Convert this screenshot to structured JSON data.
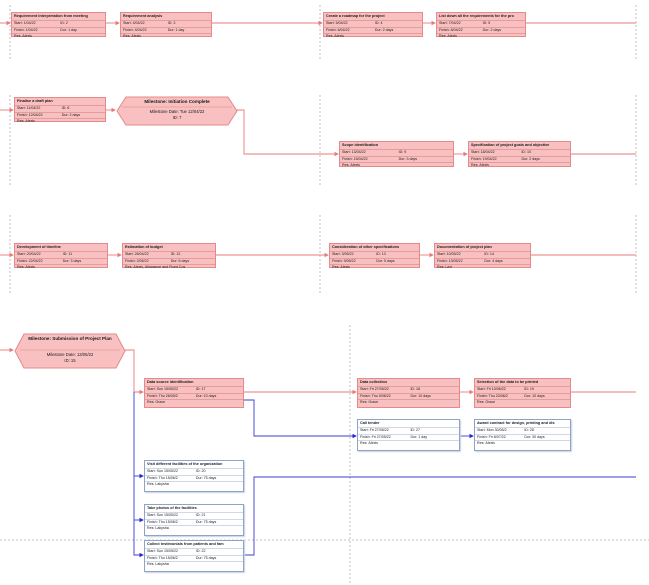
{
  "colors": {
    "critical_fill": "#f8c0c0",
    "critical_border": "#e48a8a",
    "link_red": "#e97a7a",
    "link_blue": "#3b3bd6",
    "normal_border": "#8fa3c8"
  },
  "labels": {
    "start": "Start:",
    "finish": "Finish:",
    "dur": "Dur:",
    "id": "ID:",
    "res": "Res:"
  },
  "tasks": [
    {
      "key": "t1",
      "title": "Requirement interpretation from meeting",
      "start": "1/04/22",
      "finish": "1/04/22",
      "id": "2",
      "dur": "1 day",
      "res": "Alexis"
    },
    {
      "key": "t2",
      "title": "Requirement analysis",
      "start": "4/04/22",
      "finish": "4/04/22",
      "id": "3",
      "dur": "1 day",
      "res": "Alexis"
    },
    {
      "key": "t3",
      "title": "Create a roadmap for the project",
      "start": "5/04/22",
      "finish": "6/04/22",
      "id": "4",
      "dur": "2 days",
      "res": "Alexis"
    },
    {
      "key": "t4",
      "title": "List down all the requirements  for the pro",
      "start": "7/04/22",
      "finish": "8/04/22",
      "id": "5",
      "dur": "2 days",
      "res": "Alexis"
    },
    {
      "key": "t5",
      "title": "Finalise a draft plan",
      "start": "11/04/22",
      "finish": "12/04/22",
      "id": "6",
      "dur": "2 days",
      "res": "Alexis"
    },
    {
      "key": "t6",
      "title": "Scope identification",
      "start": "13/04/22",
      "finish": "15/04/22",
      "id": "9",
      "dur": "3 days",
      "res": "Alexis"
    },
    {
      "key": "t7",
      "title": "Specification of project goals and objective",
      "start": "18/04/22",
      "finish": "19/04/22",
      "id": "10",
      "dur": "2 days",
      "res": "Alexis"
    },
    {
      "key": "t8",
      "title": "Development of timeline",
      "start": "20/04/22",
      "finish": "22/04/22",
      "id": "11",
      "dur": "3 days",
      "res": "Alexis"
    },
    {
      "key": "t9",
      "title": "Estimation of budget",
      "start": "26/04/22",
      "finish": "2/05/22",
      "id": "12",
      "dur": "6 days",
      "res": "Alexis, Allowance and Fixed Cos"
    },
    {
      "key": "t10",
      "title": "Consideration of other specifications",
      "start": "3/05/22",
      "finish": "9/05/22",
      "id": "13",
      "dur": "5 days",
      "res": "Alexis"
    },
    {
      "key": "t11",
      "title": "Documentation of project plan",
      "start": "10/05/22",
      "finish": "13/05/22",
      "id": "14",
      "dur": "4 days",
      "res": "Lexi"
    },
    {
      "key": "t12",
      "title": "Data source identification",
      "start": "Sun 15/05/22",
      "finish": "Thu 26/05/2",
      "id": "17",
      "dur": "10 days",
      "res": "Grace"
    },
    {
      "key": "t13",
      "title": "Data collection",
      "start": "Fri 27/05/22",
      "finish": "Thu 9/06/22",
      "id": "18",
      "dur": "10 days",
      "res": "Grace"
    },
    {
      "key": "t14",
      "title": "Selection of the data to be printed",
      "start": "Fri 10/06/22",
      "finish": "Thu 23/06/2",
      "id": "19",
      "dur": "10 days",
      "res": "Grace"
    },
    {
      "key": "t15",
      "title": "Call tender",
      "start": "Fri 27/05/22",
      "finish": "Fri 27/05/22",
      "id": "27",
      "dur": "1 day",
      "res": "Alexis"
    },
    {
      "key": "t16",
      "title": "Award contract for design, printing and dis",
      "start": "Mon 30/05/2",
      "finish": "Fri 8/07/22",
      "id": "28",
      "dur": "30 days",
      "res": "Alexis"
    },
    {
      "key": "t17",
      "title": "Visit different facilities of the organization",
      "start": "Sun 15/05/22",
      "finish": "Thu 15/06/2",
      "id": "20",
      "dur": "75 days",
      "res": "Lakysha"
    },
    {
      "key": "t18",
      "title": "Take photos of the facilities",
      "start": "Sun 15/05/22",
      "finish": "Thu 15/06/2",
      "id": "21",
      "dur": "75 days",
      "res": "Lakysha"
    },
    {
      "key": "t19",
      "title": "Collect testimonials from patients and fam",
      "start": "Sun 15/05/22",
      "finish": "Thu 15/06/2",
      "id": "22",
      "dur": "75 days",
      "res": "Lakysha"
    }
  ],
  "milestones": [
    {
      "key": "m1",
      "title": "Milestone: Initiation Complete",
      "date_label": "Milestone Date: Tue 12/04/22",
      "id_label": "ID: 7"
    },
    {
      "key": "m2",
      "title": "Milestone: Submission of Project Plan",
      "date_label": "Milestone Date: 13/05/22",
      "id_label": "ID: 15"
    }
  ]
}
